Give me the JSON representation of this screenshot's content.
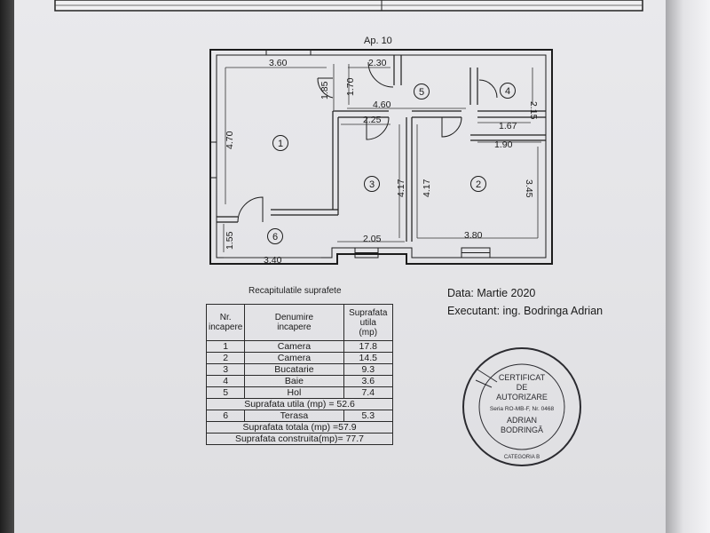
{
  "plan": {
    "apartment": "Ap. 10",
    "rooms": [
      "1",
      "2",
      "3",
      "4",
      "5",
      "6"
    ],
    "dims": {
      "d360": "3.60",
      "d230": "2.30",
      "d185": "1.85",
      "d170": "1.70",
      "d460": "4.60",
      "d470": "4.70",
      "d225": "2.25",
      "d417a": "4.17",
      "d417b": "4.17",
      "d215": "2.15",
      "d167": "1.67",
      "d190": "1.90",
      "d345": "3.45",
      "d155": "1.55",
      "d205": "2.05",
      "d380": "3.80",
      "d340": "3.40"
    }
  },
  "recap": {
    "title": "Recapitulatile suprafete",
    "head": {
      "nr": [
        "Nr.",
        "incapere"
      ],
      "denumire": [
        "Denumire",
        "incapere"
      ],
      "suprafata": [
        "Suprafata",
        "utila",
        "(mp)"
      ]
    },
    "rows": [
      {
        "nr": "1",
        "name": "Camera",
        "area": "17.8"
      },
      {
        "nr": "2",
        "name": "Camera",
        "area": "14.5"
      },
      {
        "nr": "3",
        "name": "Bucatarie",
        "area": "9.3"
      },
      {
        "nr": "4",
        "name": "Baie",
        "area": "3.6"
      },
      {
        "nr": "5",
        "name": "Hol",
        "area": "7.4"
      }
    ],
    "utila": "Suprafata utila (mp) = 52.6",
    "terasa": {
      "nr": "6",
      "name": "Terasa",
      "area": "5.3"
    },
    "totala": "Suprafata totala (mp) =57.9",
    "construita": "Suprafata construita(mp)= 77.7"
  },
  "info": {
    "data": "Data: Martie 2020",
    "executant": "Executant: ing. Bodringa  Adrian"
  },
  "stamp": {
    "line1": "CERTIFICAT",
    "line2": "DE",
    "line3": "AUTORIZARE",
    "line4": "Seria RO-MB-F, Nr. 0468",
    "line5": "ADRIAN",
    "line6": "BODRINGĂ",
    "category": "CATEGORIA B"
  }
}
